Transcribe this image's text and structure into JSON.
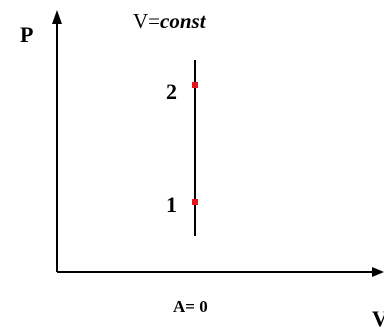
{
  "axes": {
    "y_label": "P",
    "x_label": "V"
  },
  "process": {
    "title_prefix": "V=",
    "title_const": "const",
    "work_label": "A= 0"
  },
  "points": [
    {
      "label": "1",
      "color": "#e8141c"
    },
    {
      "label": "2",
      "color": "#e8141c"
    }
  ],
  "colors": {
    "axes": "#000000",
    "isochore": "#000000",
    "points": "#e8141c"
  }
}
